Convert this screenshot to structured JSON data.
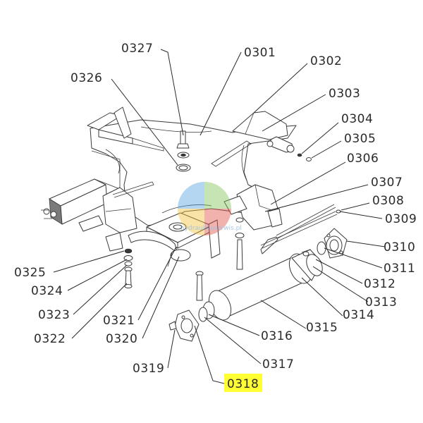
{
  "highlight_color": "#ffff33",
  "watermark": {
    "text": "hydraulikaserwis.pl"
  },
  "parts": [
    {
      "id": "p0327",
      "label": "0327"
    },
    {
      "id": "p0301",
      "label": "0301"
    },
    {
      "id": "p0302",
      "label": "0302"
    },
    {
      "id": "p0326",
      "label": "0326"
    },
    {
      "id": "p0303",
      "label": "0303"
    },
    {
      "id": "p0304",
      "label": "0304"
    },
    {
      "id": "p0305",
      "label": "0305"
    },
    {
      "id": "p0306",
      "label": "0306"
    },
    {
      "id": "p0307",
      "label": "0307"
    },
    {
      "id": "p0308",
      "label": "0308"
    },
    {
      "id": "p0309",
      "label": "0309"
    },
    {
      "id": "p0310",
      "label": "0310"
    },
    {
      "id": "p0311",
      "label": "0311"
    },
    {
      "id": "p0312",
      "label": "0312"
    },
    {
      "id": "p0313",
      "label": "0313"
    },
    {
      "id": "p0314",
      "label": "0314"
    },
    {
      "id": "p0315",
      "label": "0315"
    },
    {
      "id": "p0316",
      "label": "0316"
    },
    {
      "id": "p0317",
      "label": "0317"
    },
    {
      "id": "p0318",
      "label": "0318",
      "highlighted": true
    },
    {
      "id": "p0319",
      "label": "0319"
    },
    {
      "id": "p0320",
      "label": "0320"
    },
    {
      "id": "p0321",
      "label": "0321"
    },
    {
      "id": "p0322",
      "label": "0322"
    },
    {
      "id": "p0323",
      "label": "0323"
    },
    {
      "id": "p0324",
      "label": "0324"
    },
    {
      "id": "p0325",
      "label": "0325"
    }
  ]
}
